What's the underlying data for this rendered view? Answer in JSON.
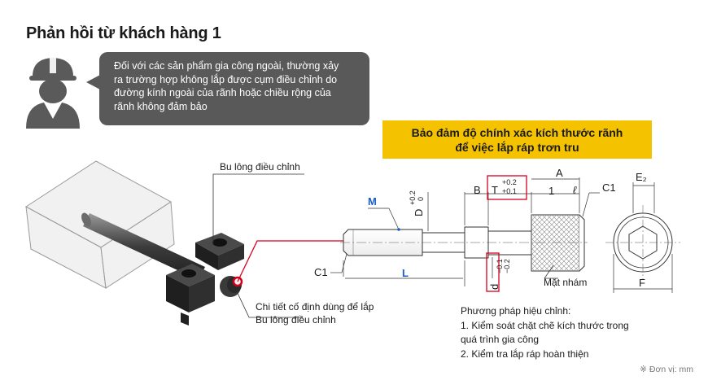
{
  "title": "Phản hồi từ khách hàng 1",
  "feedback": {
    "line1": "Đối với các sản phẩm gia công ngoài, thường xảy",
    "line2": "ra trường hợp không lắp được cụm điều chỉnh do",
    "line3": "đường kính ngoài của rãnh hoặc chiều rộng của",
    "line4": "rãnh không đảm bảo"
  },
  "banner": {
    "line1": "Bảo đảm độ chính xác kích thước rãnh",
    "line2": "để việc lắp ráp trơn tru"
  },
  "assembly_labels": {
    "adjust_bolt": "Bu lông điều chỉnh",
    "fixing_part_line1": "Chi tiết cố định dùng để lắp",
    "fixing_part_line2": "Bu lông điều chỉnh"
  },
  "dimensions": {
    "M": "M",
    "L": "L",
    "C1_left": "C1",
    "C1_right": "C1",
    "D": "D",
    "D_tol_upper": "+0.2",
    "D_tol_lower": "0",
    "B": "B",
    "T": "T",
    "T_tol_upper": "+0.2",
    "T_tol_lower": "+0.1",
    "A": "A",
    "one": "1",
    "ell": "ℓ",
    "d": "d",
    "d_tol_upper": "−0.1",
    "d_tol_lower": "−0.2",
    "E2": "E₂",
    "F": "F",
    "knurl": "Mặt nhám"
  },
  "method": {
    "heading": "Phương pháp hiệu chỉnh:",
    "item1_line1": "1. Kiểm soát chặt chẽ kích thước trong",
    "item1_line2": "quá trình gia công",
    "item2": "2. Kiểm tra lắp ráp hoàn thiện"
  },
  "unit_note": "※ Đơn vị: mm",
  "colors": {
    "bubble": "#595959",
    "banner": "#f5c200",
    "highlight_red": "#d6001c",
    "dimension_blue": "#1a5fc8"
  }
}
